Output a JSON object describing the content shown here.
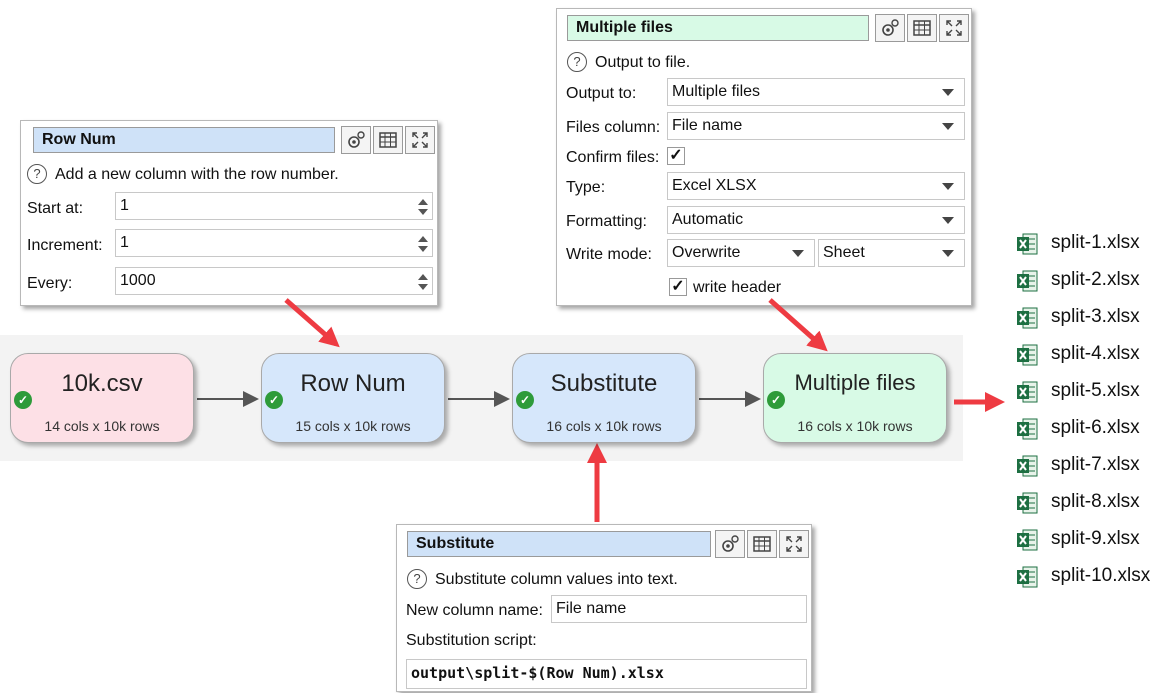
{
  "row_num_panel": {
    "title": "Row Num",
    "description": "Add a new column with the row number.",
    "start_label": "Start at:",
    "start_value": "1",
    "increment_label": "Increment:",
    "increment_value": "1",
    "every_label": "Every:",
    "every_value": "1000"
  },
  "multiple_files_panel": {
    "title": "Multiple files",
    "description": "Output to file.",
    "output_to_label": "Output to:",
    "output_to_value": "Multiple files",
    "files_column_label": "Files column:",
    "files_column_value": "File name",
    "confirm_files_label": "Confirm files:",
    "confirm_files_checked": "✓",
    "type_label": "Type:",
    "type_value": "Excel XLSX",
    "formatting_label": "Formatting:",
    "formatting_value": "Automatic",
    "write_mode_label": "Write mode:",
    "write_mode_value": "Overwrite",
    "write_target_value": "Sheet",
    "write_header_checked": "✓",
    "write_header_label": "write header"
  },
  "substitute_panel": {
    "title": "Substitute",
    "description": "Substitute column values into text.",
    "new_column_label": "New column name:",
    "new_column_value": "File name",
    "script_label": "Substitution script:",
    "script_value": "output\\split-$(Row Num).xlsx"
  },
  "flow": {
    "nodes": [
      {
        "title": "10k.csv",
        "subtitle": "14 cols x 10k rows",
        "color": "#fde0e6"
      },
      {
        "title": "Row Num",
        "subtitle": "15 cols x 10k rows",
        "color": "#d6e7fb"
      },
      {
        "title": "Substitute",
        "subtitle": "16 cols x 10k rows",
        "color": "#d6e7fb"
      },
      {
        "title": "Multiple files",
        "subtitle": "16 cols x 10k rows",
        "color": "#d8fae6"
      }
    ],
    "status_icon": "✓"
  },
  "output_files": [
    "split-1.xlsx",
    "split-2.xlsx",
    "split-3.xlsx",
    "split-4.xlsx",
    "split-5.xlsx",
    "split-6.xlsx",
    "split-7.xlsx",
    "split-8.xlsx",
    "split-9.xlsx",
    "split-10.xlsx"
  ],
  "icons": {
    "settings": "gear-icon",
    "table": "table-view-icon",
    "maximize": "maximize-icon",
    "help": "help-icon",
    "excel": "excel-file-icon"
  },
  "colors": {
    "accent_arrow": "#ee3b42",
    "connector": "#555555",
    "ok_green": "#2e9b3a"
  }
}
